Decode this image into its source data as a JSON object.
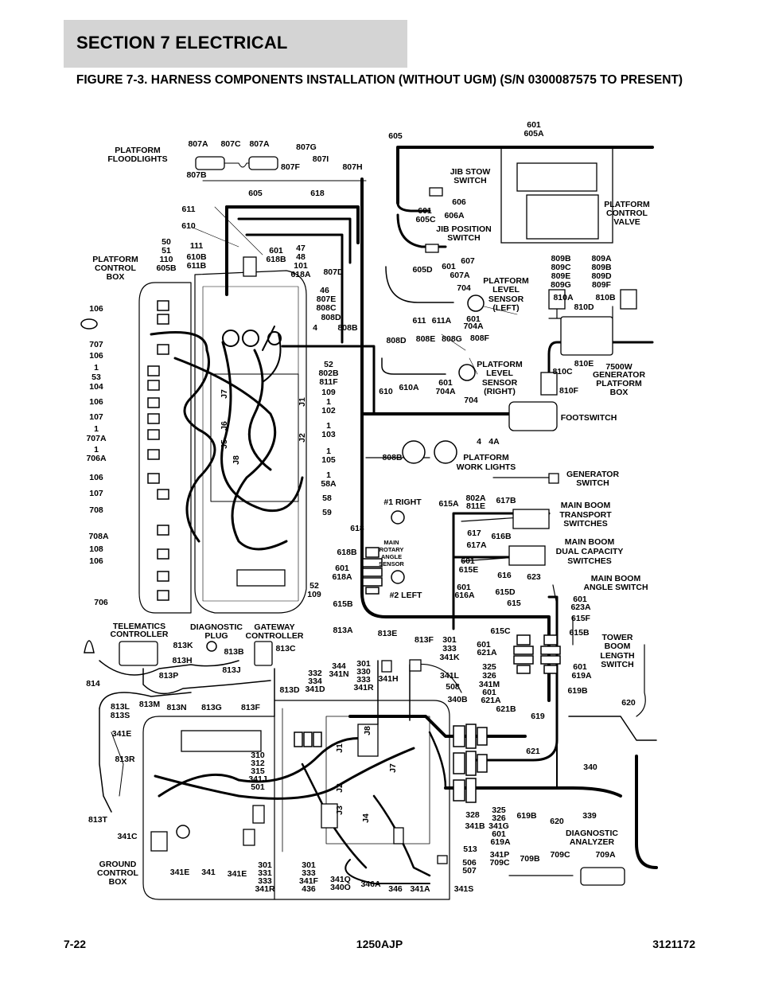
{
  "header": {
    "section": "SECTION 7   ELECTRICAL"
  },
  "figure": {
    "title": "FIGURE 7-3. HARNESS COMPONENTS INSTALLATION (WITHOUT UGM) (S/N 0300087575 TO PRESENT)"
  },
  "labels": {
    "l1": "PLATFORM",
    "l2": "FLOODLIGHTS",
    "l3": "807A",
    "l4": "807C",
    "l5": "807A",
    "l6": "807B",
    "l7": "807G",
    "l8": "807I",
    "l9": "807F",
    "l10": "807H",
    "l11": "605",
    "l12": "618",
    "l13": "605",
    "l14": "601",
    "l15": "605A",
    "l16": "JIB STOW",
    "l17": "SWITCH",
    "l18": "606",
    "l19": "601",
    "l20": "605C",
    "l21": "606A",
    "l22": "JIB POSITION",
    "l23": "SWITCH",
    "l24": "PLATFORM",
    "l25": "CONTROL",
    "l26": "VALVE",
    "l27": "611",
    "l28": "610",
    "l29": "50",
    "l30": "51",
    "l31": "110",
    "l32": "605B",
    "l33": "111",
    "l34": "610B",
    "l35": "611B",
    "l36": "601",
    "l37": "618B",
    "l38": "47",
    "l39": "48",
    "l40": "101",
    "l41": "618A",
    "l42": "PLATFORM",
    "l43": "CONTROL",
    "l44": "BOX",
    "l45": "807D",
    "l46": "46",
    "l47": "807E",
    "l48": "808C",
    "l49": "808D",
    "l50": "4",
    "l51": "808B",
    "l52": "605D",
    "l53": "601",
    "l54": "607A",
    "l55": "607",
    "l56": "704",
    "l57": "PLATFORM",
    "l58": "LEVEL",
    "l59": "SENSOR",
    "l60": "(LEFT)",
    "l61": "611",
    "l62": "611A",
    "l63": "601",
    "l64": "704A",
    "l65": "809B",
    "l66": "809C",
    "l67": "809E",
    "l68": "809G",
    "l69": "809A",
    "l70": "809B",
    "l71": "809D",
    "l72": "809F",
    "l73": "810A",
    "l74": "810B",
    "l75": "810D",
    "l76": "106",
    "l77": "707",
    "l78": "106",
    "l79": "1",
    "l80": "53",
    "l81": "104",
    "l82": "106",
    "l83": "107",
    "l84": "1",
    "l85": "707A",
    "l86": "1",
    "l87": "706A",
    "l88": "106",
    "l89": "107",
    "l90": "708",
    "l91": "708A",
    "l92": "108",
    "l93": "106",
    "l94": "706",
    "l95": "52",
    "l96": "802B",
    "l97": "811F",
    "l98": "109",
    "l99": "1",
    "l100": "102",
    "l101": "1",
    "l102": "103",
    "l103": "1",
    "l104": "105",
    "l105": "1",
    "l106": "58A",
    "l107": "58",
    "l108": "59",
    "l109": "808D",
    "l110": "808E",
    "l111": "808G",
    "l112": "808F",
    "l113": "PLATFORM",
    "l114": "LEVEL",
    "l115": "SENSOR",
    "l116": "(RIGHT)",
    "l117": "610",
    "l118": "610A",
    "l119": "601",
    "l120": "704A",
    "l121": "704",
    "l122": "810C",
    "l123": "810E",
    "l124": "7500W",
    "l125": "GENERATOR",
    "l126": "PLATFORM",
    "l127": "BOX",
    "l128": "810F",
    "l129": "FOOTSWITCH",
    "l130": "4",
    "l131": "4A",
    "l132": "808B",
    "l133": "PLATFORM",
    "l134": "WORK LIGHTS",
    "l135": "GENERATOR",
    "l136": "SWITCH",
    "l137": "802A",
    "l138": "811E",
    "l139": "#1 RIGHT",
    "l140": "615A",
    "l141": "617B",
    "l142": "MAIN BOOM",
    "l143": "TRANSPORT",
    "l144": "SWITCHES",
    "l145": "618",
    "l146": "MAIN",
    "l147": "ROTARY",
    "l148": "ANGLE",
    "l149": "SENSOR",
    "l150": "617",
    "l151": "617A",
    "l152": "616B",
    "l153": "MAIN BOOM",
    "l154": "DUAL CAPACITY",
    "l155": "SWITCHES",
    "l156": "618B",
    "l157": "601",
    "l158": "618A",
    "l159": "601",
    "l160": "615E",
    "l161": "616",
    "l162": "623",
    "l163": "MAIN BOOM",
    "l164": "ANGLE SWITCH",
    "l165": "615B",
    "l166": "#2 LEFT",
    "l167": "601",
    "l168": "616A",
    "l169": "615D",
    "l170": "615",
    "l171": "601",
    "l172": "623A",
    "l173": "615F",
    "l174": "52",
    "l175": "109",
    "l176": "TELEMATICS",
    "l177": "CONTROLLER",
    "l178": "DIAGNOSTIC",
    "l179": "PLUG",
    "l180": "GATEWAY",
    "l181": "CONTROLLER",
    "l182": "813A",
    "l183": "813E",
    "l184": "813F",
    "l185": "301",
    "l186": "333",
    "l187": "341K",
    "l188": "615C",
    "l189": "615B",
    "l190": "TOWER",
    "l191": "BOOM",
    "l192": "LENGTH",
    "l193": "SWITCH",
    "l194": "813K",
    "l195": "813C",
    "l196": "813H",
    "l197": "813B",
    "l198": "813J",
    "l199": "813P",
    "l200": "332",
    "l201": "334",
    "l202": "341D",
    "l203": "344",
    "l204": "341N",
    "l205": "301",
    "l206": "330",
    "l207": "333",
    "l208": "341R",
    "l209": "341H",
    "l210": "601",
    "l211": "621A",
    "l212": "325",
    "l213": "326",
    "l214": "341M",
    "l215": "601",
    "l216": "621A",
    "l217": "601",
    "l218": "619A",
    "l219": "619B",
    "l220": "814",
    "l221": "813M",
    "l222": "813N",
    "l223": "813G",
    "l224": "813F",
    "l225": "813D",
    "l226": "341L",
    "l227": "508",
    "l228": "340B",
    "l229": "621B",
    "l230": "813L",
    "l231": "813S",
    "l232": "341E",
    "l233": "619",
    "l234": "620",
    "l235": "813R",
    "l236": "310",
    "l237": "312",
    "l238": "315",
    "l239": "341J",
    "l240": "501",
    "l241": "621",
    "l242": "340",
    "l243": "813T",
    "l244": "341C",
    "l245": "328",
    "l246": "325",
    "l247": "326",
    "l248": "341G",
    "l249": "341B",
    "l250": "601",
    "l251": "619A",
    "l252": "619B",
    "l253": "620",
    "l254": "339",
    "l255": "DIAGNOSTIC",
    "l256": "ANALYZER",
    "l257": "GROUND",
    "l258": "CONTROL",
    "l259": "BOX",
    "l260": "341E",
    "l261": "341",
    "l262": "341E",
    "l263": "301",
    "l264": "331",
    "l265": "333",
    "l266": "341R",
    "l267": "301",
    "l268": "333",
    "l269": "341F",
    "l270": "436",
    "l271": "341Q",
    "l272": "340O",
    "l273": "346A",
    "l274": "346",
    "l275": "341A",
    "l276": "341S",
    "l277": "513",
    "l278": "506",
    "l279": "507",
    "l280": "341P",
    "l281": "709C",
    "l282": "709B",
    "l283": "709C",
    "l284": "709A",
    "l285": "J7",
    "l286": "J1",
    "l287": "J6",
    "l288": "J5",
    "l289": "J2",
    "l290": "J8",
    "l291": "J8",
    "l292": "J1",
    "l293": "J2",
    "l294": "J3",
    "l295": "J4",
    "l296": "J7"
  },
  "footer": {
    "page": "7-22",
    "model": "1250AJP",
    "doc": "3121172"
  }
}
